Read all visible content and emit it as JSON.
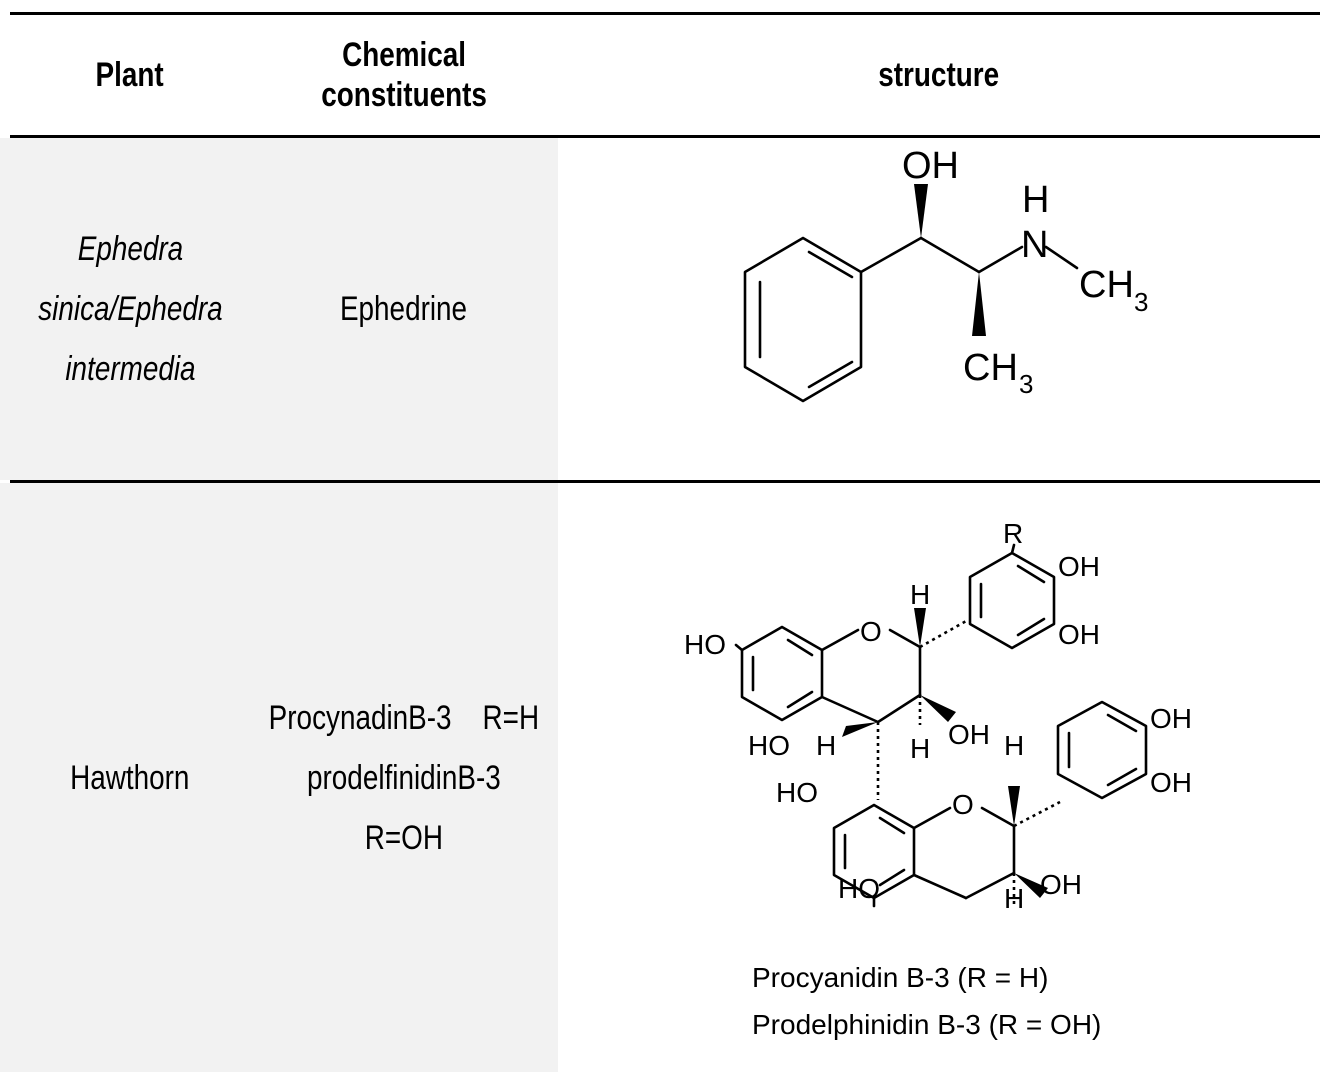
{
  "table": {
    "headers": {
      "plant": [
        "Plant"
      ],
      "constituents": [
        "Chemical",
        "constituents"
      ],
      "structure": [
        "structure"
      ]
    },
    "rows": [
      {
        "plant": [
          "Ephedra",
          "sinica/Ephedra",
          "intermedia"
        ],
        "constituents": [
          "Ephedrine"
        ]
      },
      {
        "plant": [
          "Hawthorn"
        ],
        "constituents": [
          "ProcynadinB-3    R=H",
          "prodelfinidinB-3",
          "R=OH"
        ]
      }
    ]
  },
  "ephedrine_structure": {
    "oh": "OH",
    "h": "H",
    "n": "N",
    "ch3_n": "CH",
    "ch3_n_sub": "3",
    "ch3_c": "CH",
    "ch3_c_sub": "3"
  },
  "procyanidin_structure": {
    "r": "R",
    "oh_top1": "OH",
    "oh_top2": "OH",
    "h_top": "H",
    "ho_left": "HO",
    "o_ring1": "O",
    "ho_mid": "HO",
    "h_mid_left": "H",
    "h_mid": "H",
    "oh_mid": "OH",
    "h_mid_right": "H",
    "oh_right1": "OH",
    "ho_lower": "HO",
    "o_ring2": "O",
    "oh_right2": "OH",
    "ho_bottom": "HO",
    "h_bottom": "H",
    "oh_bottom": "OH",
    "caption": [
      "Procyanidin B-3 (R = H)",
      "Prodelphinidin B-3 (R = OH)"
    ]
  }
}
